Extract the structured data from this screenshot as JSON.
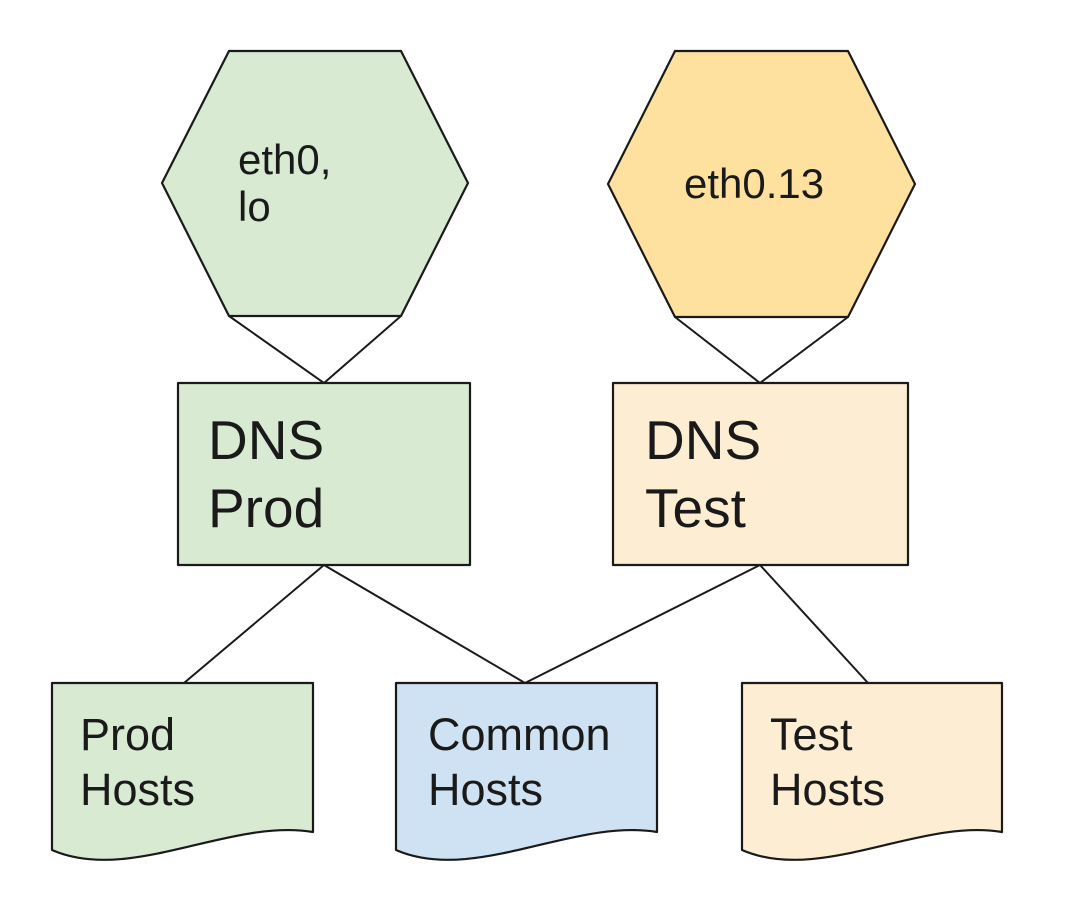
{
  "diagram_type": "flowchart",
  "nodes": {
    "iface_prod": {
      "label": "eth0,\nlo",
      "shape": "hexagon",
      "fill": "#d9ead3"
    },
    "iface_test": {
      "label": "eth0.13",
      "shape": "hexagon",
      "fill": "#fee19e"
    },
    "dns_prod": {
      "label": "DNS\nProd",
      "shape": "rectangle",
      "fill": "#d9ead3"
    },
    "dns_test": {
      "label": "DNS\nTest",
      "shape": "rectangle",
      "fill": "#fdeed3"
    },
    "prod_hosts": {
      "label": "Prod\nHosts",
      "shape": "document",
      "fill": "#d9ead3"
    },
    "common_hosts": {
      "label": "Common\nHosts",
      "shape": "document",
      "fill": "#cfe2f3"
    },
    "test_hosts": {
      "label": "Test\nHosts",
      "shape": "document",
      "fill": "#fdeed3"
    }
  },
  "edges": [
    {
      "from": "iface_prod",
      "to": "dns_prod"
    },
    {
      "from": "iface_test",
      "to": "dns_test"
    },
    {
      "from": "dns_prod",
      "to": "prod_hosts"
    },
    {
      "from": "dns_prod",
      "to": "common_hosts"
    },
    {
      "from": "dns_test",
      "to": "common_hosts"
    },
    {
      "from": "dns_test",
      "to": "test_hosts"
    }
  ],
  "colors": {
    "stroke": "#1a1a1a",
    "text": "#1a1a1a",
    "background": "#ffffff",
    "green": "#d9ead3",
    "amber": "#fee19e",
    "cream": "#fdeed3",
    "blue": "#cfe2f3"
  }
}
